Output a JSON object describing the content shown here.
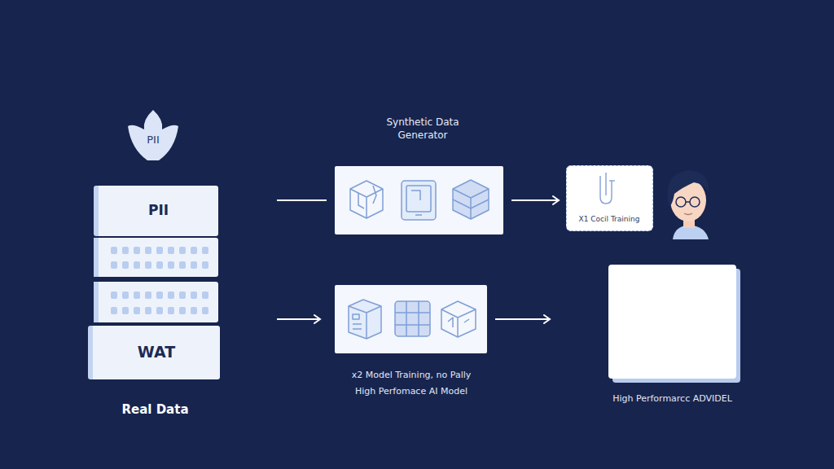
{
  "diagram": {
    "nodes": [
      {
        "text": [
          "PII"
        ]
      },
      {
        "text": [
          "Real Data"
        ]
      },
      {
        "text": [
          "PII"
        ],
        "in": 1
      },
      {
        "text": [
          "WAT"
        ],
        "in": 1
      },
      {
        "text": [
          "Synthetic Data Generator"
        ]
      },
      {
        "text": [
          "X1 Cocil Training"
        ]
      },
      {
        "text": [
          "x2 Model Training, no Pally",
          "High Perfomace AI Model"
        ]
      },
      {
        "text": [
          "High Performarcc ADVIDEL"
        ]
      }
    ],
    "edges": [
      {
        "from": 1,
        "to": 4,
        "arrow": "none"
      },
      {
        "from": 4,
        "to": 5,
        "arrow": "to"
      },
      {
        "from": 1,
        "to": 6,
        "arrow": "to"
      },
      {
        "from": 6,
        "to": 7,
        "arrow": "to"
      }
    ]
  }
}
